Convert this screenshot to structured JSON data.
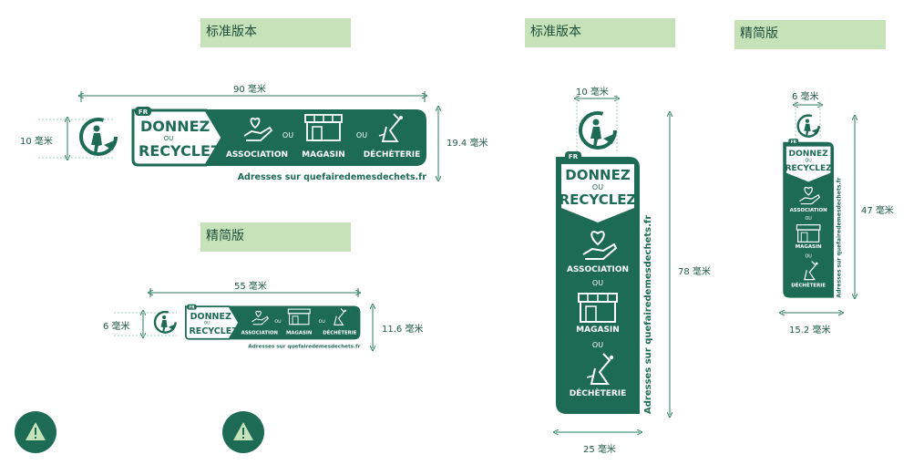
{
  "labels": {
    "standard_left": "标准版本",
    "compact_left": "精简版",
    "standard_right": "标准版本",
    "compact_right": "精简版"
  },
  "logo": {
    "country": "FR",
    "donnez": "DONNEZ",
    "ou_small": "OU",
    "recyclez": "RECYCLEZ",
    "association": "ASSOCIATION",
    "magasin": "MAGASIN",
    "decheterie": "DÉCHÈTERIE",
    "ou": "OU",
    "address": "Adresses sur quefairedemesdechets.fr"
  },
  "dimensions": {
    "std_h_width": "90 毫米",
    "std_h_icon": "10 毫米",
    "std_h_height": "19.4 毫米",
    "cmp_h_width": "55 毫米",
    "cmp_h_icon": "6 毫米",
    "cmp_h_height": "11.6 毫米",
    "std_v_icon": "10 毫米",
    "std_v_height": "78 毫米",
    "std_v_width": "25 毫米",
    "cmp_v_icon": "6 毫米",
    "cmp_v_height": "47 毫米",
    "cmp_v_width": "15.2 毫米"
  },
  "colors": {
    "brand_green": "#1d6b55",
    "label_bg": "#c5e2b8"
  },
  "icons": [
    "triman-icon",
    "heart-hand-icon",
    "shop-icon",
    "recycle-bin-icon",
    "warning-icon"
  ]
}
